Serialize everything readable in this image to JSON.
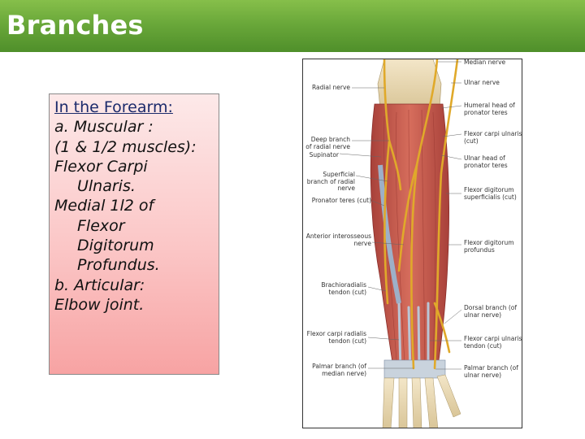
{
  "slide": {
    "title": "Branches",
    "text": {
      "heading": "In the Forearm:",
      "lines": [
        "a. Muscular :",
        "(1 & 1/2 muscles):",
        "Flexor Carpi",
        "Ulnaris.",
        "Medial 1l2 of",
        "Flexor",
        "Digitorum",
        "Profundus.",
        "b. Articular:",
        "Elbow joint."
      ]
    }
  },
  "figure": {
    "labels_left": [
      "Radial nerve",
      "Deep branch of radial nerve",
      "Supinator",
      "Superficial branch of radial nerve",
      "Pronator teres (cut)",
      "Anterior interosseous nerve",
      "Brachioradialis tendon (cut)",
      "Flexor carpi radialis tendon (cut)",
      "Palmar branch (of median nerve)"
    ],
    "labels_right": [
      "Median nerve",
      "Ulnar nerve",
      "Humeral head of pronator teres",
      "Flexor carpi ulnaris (cut)",
      "Ulnar head of pronator teres",
      "Flexor digitorum superficialis (cut)",
      "Flexor digitorum profundus",
      "Dorsal branch (of ulnar nerve)",
      "Flexor carpi ulnaris tendon (cut)",
      "Palmar branch (of ulnar nerve)"
    ]
  },
  "colors": {
    "title_bar": "#6aa83a",
    "text_box": "#fbc6c6",
    "muscle": "#c8574a",
    "nerve": "#e0a92a",
    "bone": "#ecdcb8"
  }
}
